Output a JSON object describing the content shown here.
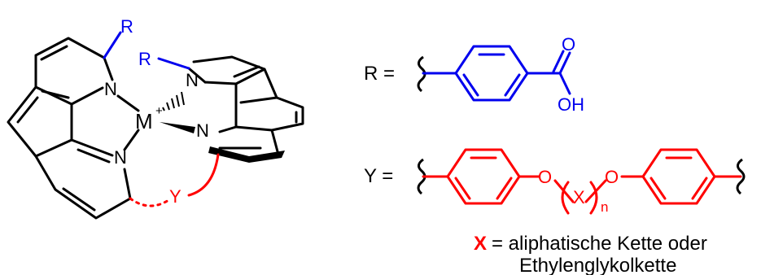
{
  "atoms": {
    "metal": "M",
    "metal_charge": "+",
    "nitrogen": "N",
    "oxygen": "O",
    "hydroxyl": "OH",
    "substituent_r": "R",
    "linker_y": "Y",
    "repeat_x": "X",
    "repeat_index": "n"
  },
  "legend": {
    "r_definition": "R =",
    "y_definition": "Y =",
    "x_symbol": "X",
    "x_definition_line1": "= aliphatische Kette oder",
    "x_definition_line2": "Ethylenglykolkette"
  },
  "colors": {
    "structure": "#000000",
    "r_group": "#0000ee",
    "y_group": "#ff0000"
  }
}
